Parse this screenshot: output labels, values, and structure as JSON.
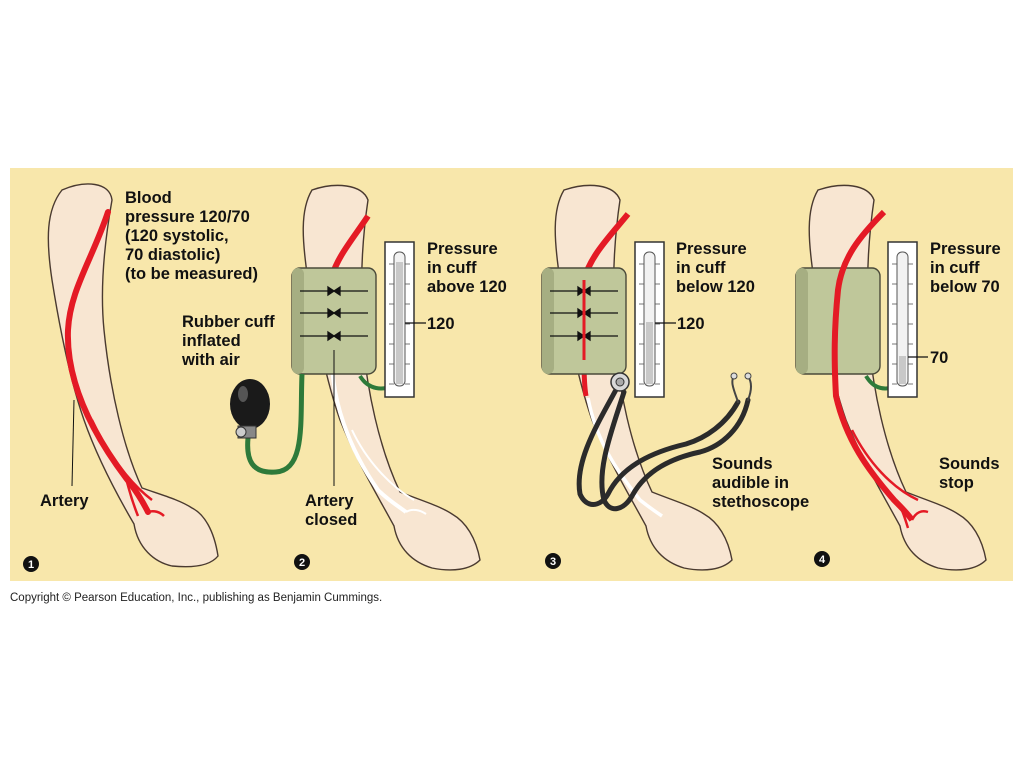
{
  "colors": {
    "background": "#f8e7ab",
    "artery": "#e41a25",
    "cuff": "#bfc79a",
    "tube": "#2e7a3a",
    "bulb": "#1a1a1a"
  },
  "panels": [
    {
      "number": "1",
      "labels": {
        "title": [
          "Blood",
          "pressure 120/70",
          "(120 systolic,",
          "70 diastolic)",
          "(to be measured)"
        ],
        "artery": "Artery"
      }
    },
    {
      "number": "2",
      "labels": {
        "cuff": [
          "Rubber cuff",
          "inflated",
          "with air"
        ],
        "artery": [
          "Artery",
          "closed"
        ],
        "pressure": [
          "Pressure",
          "in cuff",
          "above 120"
        ]
      },
      "gauge": {
        "reading_label": "120"
      }
    },
    {
      "number": "3",
      "labels": {
        "pressure": [
          "Pressure",
          "in cuff",
          "below 120"
        ],
        "sounds": [
          "Sounds",
          "audible in",
          "stethoscope"
        ]
      },
      "gauge": {
        "reading_label": "120"
      }
    },
    {
      "number": "4",
      "labels": {
        "pressure": [
          "Pressure",
          "in cuff",
          "below 70"
        ],
        "sounds": [
          "Sounds",
          "stop"
        ]
      },
      "gauge": {
        "reading_label": "70"
      }
    }
  ],
  "copyright": "Copyright © Pearson Education, Inc., publishing as Benjamin Cummings."
}
